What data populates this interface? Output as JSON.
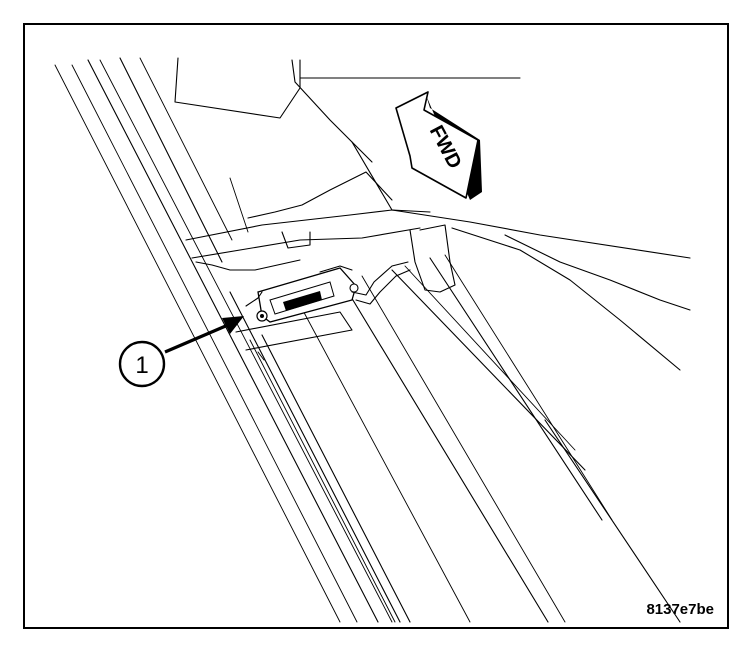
{
  "callout": {
    "number": "1"
  },
  "direction_arrow": {
    "label": "FWD"
  },
  "figure_id": "8137e7be",
  "colors": {
    "ink": "#000000",
    "paper": "#ffffff"
  }
}
